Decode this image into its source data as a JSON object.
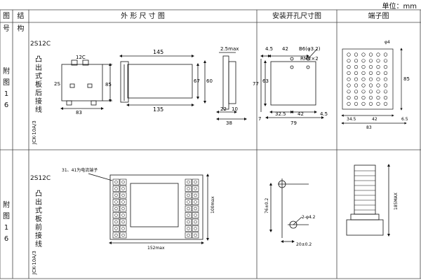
{
  "unit_label": "单位：mm",
  "headers": {
    "figure_no": "图 号",
    "structure": "结 构",
    "outline": "外 形 尺 寸 图",
    "mounting": "安装开孔尺寸图",
    "terminal": "端子图"
  },
  "rows": [
    {
      "figure": [
        "附",
        "图",
        "1",
        "6"
      ],
      "code": "2S12C",
      "structure": [
        "凸",
        "出",
        "式",
        "板",
        "后",
        "接",
        "线"
      ],
      "model": "JCK-10A/3"
    },
    {
      "figure": [
        "附",
        "图",
        "1",
        "6"
      ],
      "code": "2S12C",
      "structure": [
        "凸",
        "出",
        "式",
        "板",
        "前",
        "接",
        "线"
      ],
      "model": "JCK-10A/3"
    }
  ],
  "dims_row1": {
    "front": {
      "label_top": "12C",
      "label_side": "2S",
      "h": "85",
      "w": "83"
    },
    "side": {
      "top": "145",
      "bottom": "135",
      "h1": "67",
      "h2": "60"
    },
    "end": {
      "top": "2.5max",
      "b1": "22",
      "b2": "10",
      "b3": "38"
    },
    "mount": {
      "t1": "4.5",
      "t2": "42",
      "screw": "B6(φ3.2)",
      "rm": "RM2×2",
      "h1": "77",
      "h2": "63",
      "b1": "32.5",
      "b2": "42",
      "b3": "4.5",
      "b4": "79",
      "b5": "7"
    },
    "terminal": {
      "hole": "φ4",
      "h": "85",
      "b1": "34.5",
      "b2": "42",
      "b3": "6.5",
      "b4": "83"
    }
  },
  "dims_row2": {
    "front": {
      "callout": "31、41为电流端子",
      "h": "100max",
      "w": "152max"
    },
    "mount": {
      "h": "76±0.2",
      "holes": "2-φ4.2",
      "w": "20±0.2"
    },
    "terminal": {
      "h": "185MAX"
    }
  }
}
